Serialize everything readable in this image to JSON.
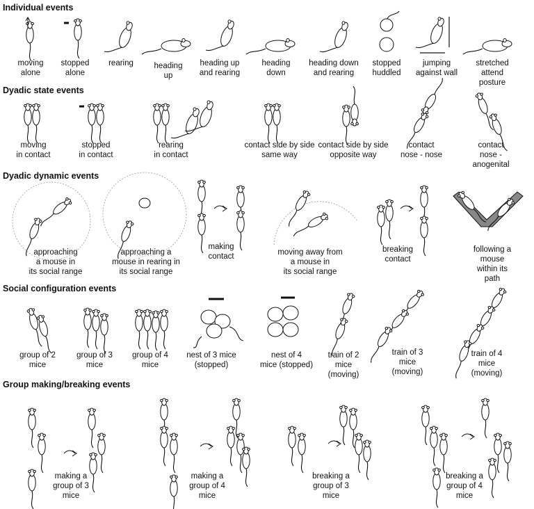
{
  "sections": [
    {
      "title": "Individual events",
      "items": [
        "moving\nalone",
        "stopped\nalone",
        "rearing",
        "heading\nup",
        "heading up\nand rearing",
        "heading\ndown",
        "heading down\nand rearing",
        "stopped\nhuddled",
        "jumping\nagainst wall",
        "stretched attend\nposture"
      ]
    },
    {
      "title": "Dyadic state events",
      "items": [
        "moving\nin contact",
        "stopped\nin contact",
        "rearing\nin contact",
        "contact side by side\nsame way",
        "contact side by side\nopposite way",
        "contact\nnose - nose",
        "contact\nnose - anogenital"
      ]
    },
    {
      "title": "Dyadic dynamic events",
      "items": [
        "approaching\na mouse in\nits social range",
        "approaching a\nmouse in rearing in\nits social range",
        "making\ncontact",
        "moving away from\na mouse in\nits social range",
        "breaking\ncontact",
        "following a mouse\nwithin its path"
      ]
    },
    {
      "title": "Social configuration events",
      "items": [
        "group of 2\nmice",
        "group of 3\nmice",
        "group of 4\nmice",
        "nest of 3 mice\n(stopped)",
        "nest of 4\nmice (stopped)",
        "train of 2\nmice\n(moving)",
        "train of 3\nmice\n(moving)",
        "train of 4\nmice\n(moving)"
      ]
    },
    {
      "title": "Group making/breaking events",
      "items": [
        "making a\ngroup of 3\nmice",
        "making a\ngroup of 4\nmice",
        "breaking a\ngroup of 3\nmice",
        "breaking a\ngroup of 4\nmice"
      ]
    }
  ]
}
